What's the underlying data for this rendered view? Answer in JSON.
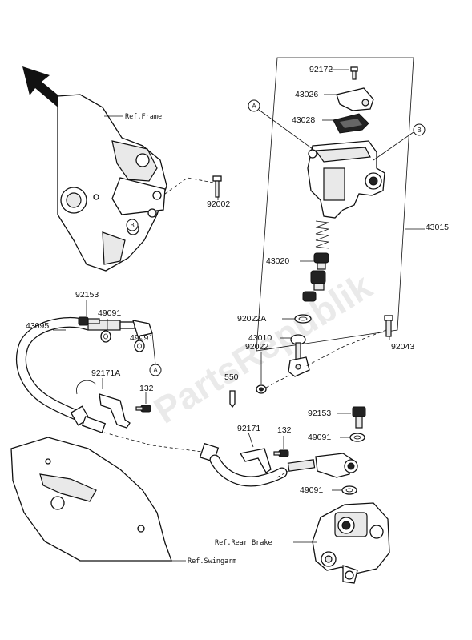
{
  "watermark": "PartsRepublik",
  "references": {
    "frame": "Ref.Frame",
    "rear_brake": "Ref.Rear Brake",
    "swingarm": "Ref.Swingarm"
  },
  "markers": {
    "a": "A",
    "b": "B"
  },
  "parts": {
    "p92172": "92172",
    "p43026": "43026",
    "p43028": "43028",
    "p92002": "92002",
    "p43015": "43015",
    "p43020": "43020",
    "p92022A": "92022A",
    "p43010": "43010",
    "p92022": "92022",
    "p92043": "92043",
    "p550": "550",
    "p92153_top": "92153",
    "p49091_top1": "49091",
    "p49091_top2": "49091",
    "p43095": "43095",
    "p92171A": "92171A",
    "p132_top": "132",
    "p92171": "92171",
    "p132_mid": "132",
    "p92153_bot": "92153",
    "p49091_bot1": "49091",
    "p49091_bot2": "49091"
  },
  "icons": [
    "direction-arrow-icon",
    "bolt-icon",
    "spring-icon",
    "washer-icon"
  ]
}
